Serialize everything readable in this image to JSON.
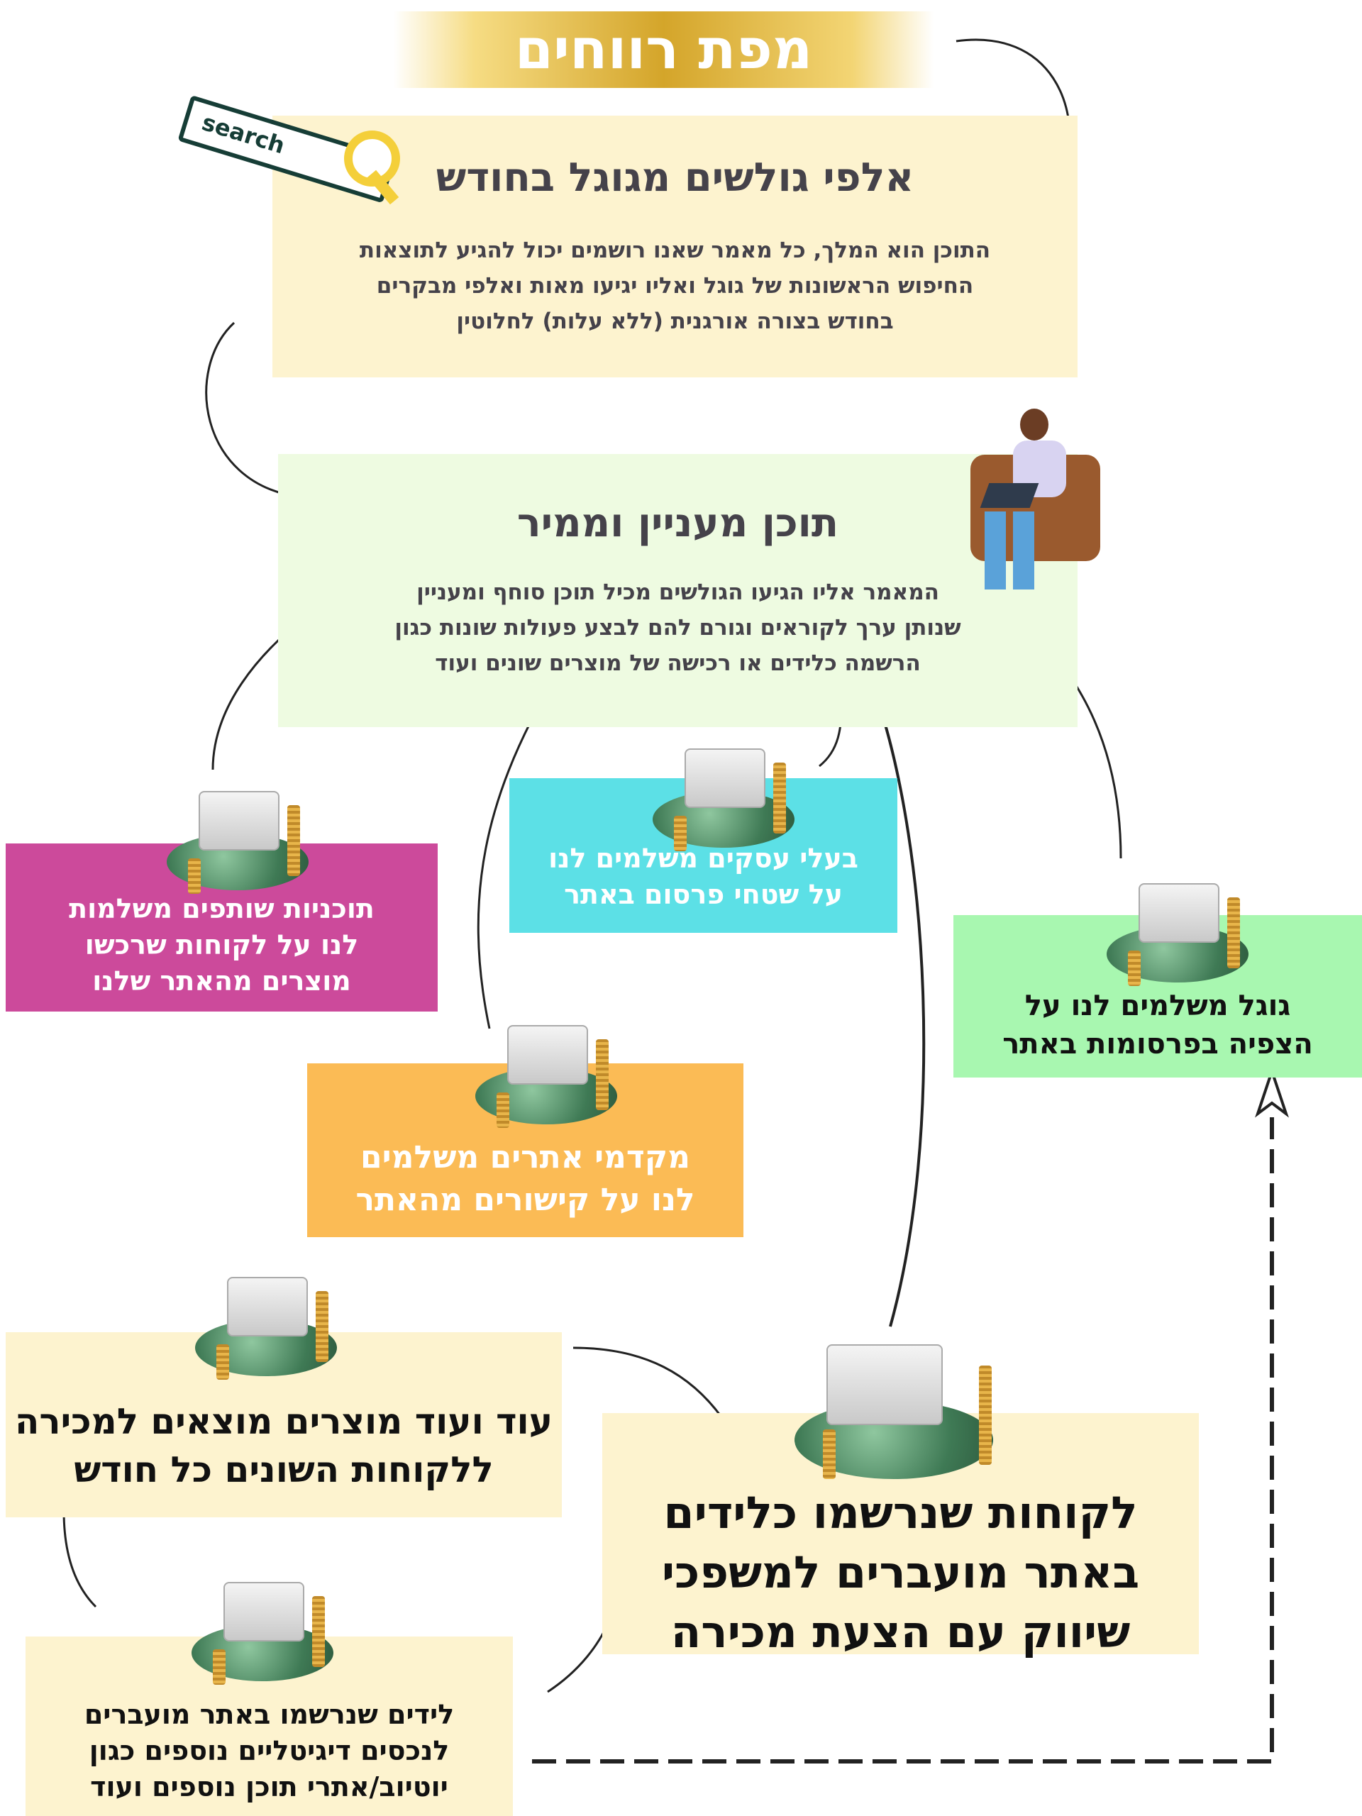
{
  "title": "מפת רווחים",
  "search_icon_label": "search",
  "step1": {
    "heading": "אלפי גולשים מגוגל בחודש",
    "lines": [
      "התוכן הוא המלך, כל מאמר שאנו רושמים יכול להגיע לתוצאות",
      "החיפוש הראשונות של גוגל ואליו יגיעו מאות ואלפי מבקרים",
      "בחודש בצורה אורגנית (ללא עלות) לחלוטין"
    ]
  },
  "step2": {
    "heading": "תוכן מעניין וממיר",
    "lines": [
      "המאמר אליו הגיעו הגולשים מכיל תוכן סוחף ומעניין",
      "שנותן ערך לקוראים וגורם להם לבצע פעולות שונות כגון",
      "הרשמה כלידים או רכישה של מוצרים שונים ועוד"
    ]
  },
  "affiliate": {
    "lines": [
      "תוכניות שותפים משלמות",
      "לנו על לקוחות שרכשו",
      "מוצרים מהאתר שלנו"
    ],
    "color": "#cc4a9b"
  },
  "business_ads": {
    "lines": [
      "בעלי עסקים משלמים לנו",
      "על שטחי פרסום באתר"
    ],
    "color": "#5ce0e6"
  },
  "google_ads": {
    "lines": [
      "גוגל משלמים לנו על",
      "הצפיה בפרסומות באתר"
    ],
    "color": "#a8f7b0"
  },
  "site_promoters": {
    "lines": [
      "מקדמי אתרים משלמים",
      "לנו על קישורים מהאתר"
    ],
    "color": "#fbbb55"
  },
  "more_products": {
    "lines": [
      "עוד ועוד מוצרים מוצאים למכירה",
      "ללקוחות השונים כל חודש"
    ]
  },
  "leads": {
    "lines": [
      "לקוחות שנרשמו כלידים",
      "באתר מועברים למשפכי",
      "שיווק עם הצעת מכירה"
    ]
  },
  "digital_assets": {
    "lines": [
      "לידים שנרשמו באתר מועברים",
      "לנכסים דיגיטליים נוספים כגון",
      "יוטיוב/אתרי תוכן נוספים ועוד"
    ]
  }
}
